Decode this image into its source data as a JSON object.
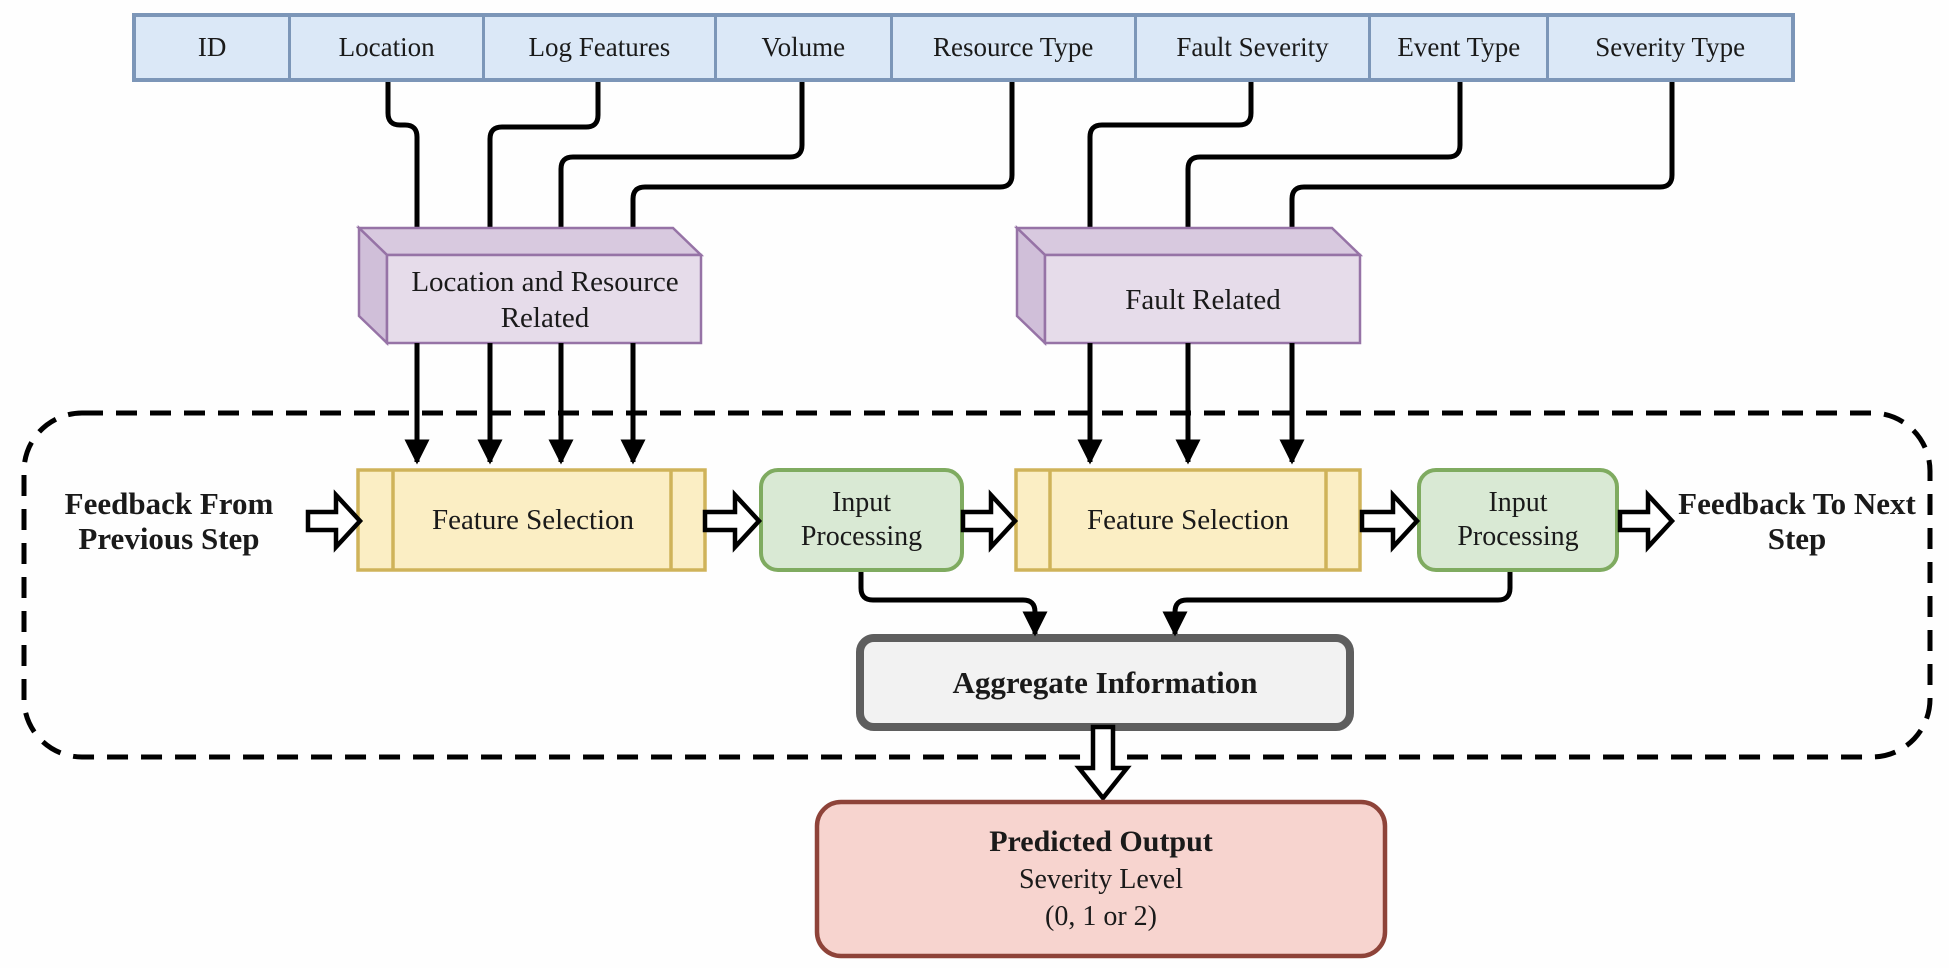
{
  "input_row": {
    "items": [
      "ID",
      "Location",
      "Log Features",
      "Volume",
      "Resource Type",
      "Fault Severity",
      "Event Type",
      "Severity Type"
    ]
  },
  "groups": {
    "location_resource_label": "Location and Resource Related",
    "fault_label": "Fault Related"
  },
  "pipeline": {
    "feedback_in_label": "Feedback From Previous Step",
    "feature_selection_label_1": "Feature Selection",
    "input_processing_label_1": "Input Processing",
    "feature_selection_label_2": "Feature Selection",
    "input_processing_label_2": "Input Processing",
    "feedback_out_label": "Feedback To Next Step",
    "aggregate_label": "Aggregate Information"
  },
  "output_box": {
    "title": "Predicted Output",
    "subtitle": "Severity Level",
    "values": "(0, 1 or 2)"
  },
  "colors": {
    "blue-fill": "#dbe8f7",
    "blue-stroke": "#7c96b8",
    "purple-fill": "#e6dcea",
    "purple-top": "#d8c9df",
    "purple-side": "#d0bfd9",
    "purple-stroke": "#9673a6",
    "yellow-fill": "#fbeec4",
    "yellow-stroke": "#cfb35a",
    "green-fill": "#d9e9d4",
    "green-stroke": "#7fab60",
    "gray-fill": "#f2f2f2",
    "gray-stroke": "#5e5e5e",
    "red-fill": "#f7d4cf",
    "red-stroke": "#8e4339",
    "text": "#1a1a1a"
  }
}
